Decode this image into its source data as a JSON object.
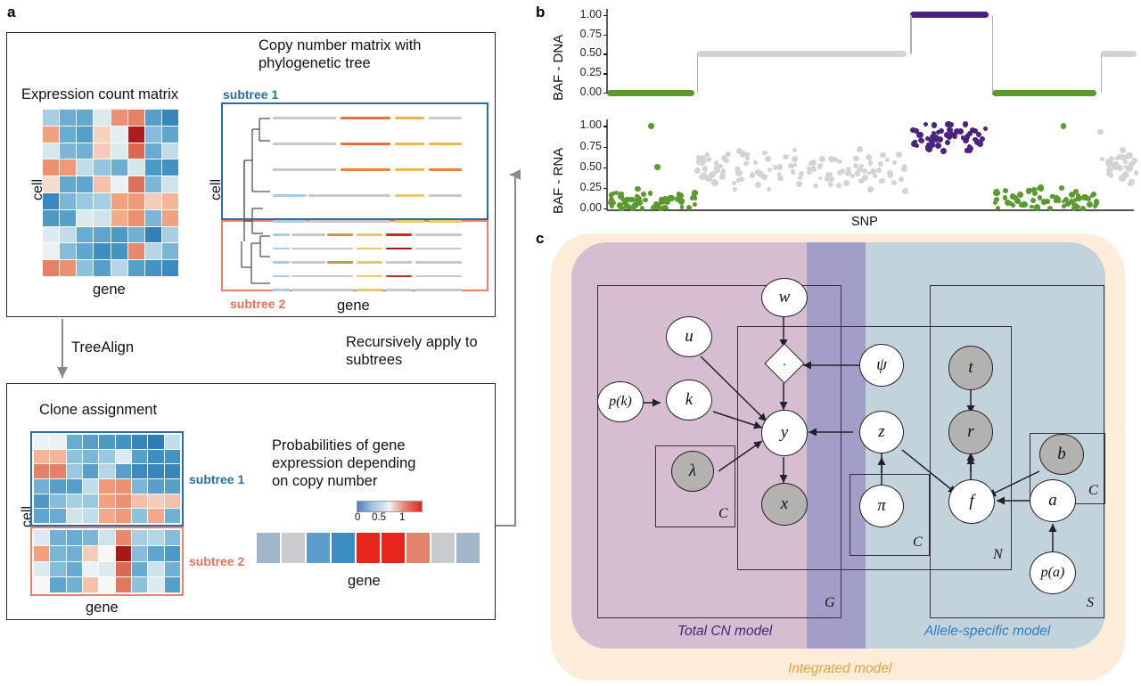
{
  "panels": {
    "a": {
      "letter": "a"
    },
    "b": {
      "letter": "b"
    },
    "c": {
      "letter": "c"
    }
  },
  "panel_a": {
    "top_box": {
      "expression_title": "Expression count matrix",
      "cn_title_line1": "Copy number matrix with",
      "cn_title_line2": "phylogenetic tree",
      "subtree1": "subtree 1",
      "subtree2": "subtree 2",
      "axis_cell_left": "cell",
      "axis_gene_left": "gene",
      "axis_cell_right": "cell",
      "axis_gene_right": "gene"
    },
    "arrow_labels": {
      "treealign": "TreeAlign",
      "recursive_line1": "Recursively apply to",
      "recursive_line2": "subtrees"
    },
    "bottom_box": {
      "clone_title": "Clone assignment",
      "subtree1": "subtree 1",
      "subtree2": "subtree 2",
      "axis_cell": "cell",
      "axis_gene": "gene",
      "prob_line1": "Probabilities of gene",
      "prob_line2": "expression depending",
      "prob_line3": "on copy number",
      "colorbar_ticks": [
        "0",
        "0.5",
        "1"
      ],
      "prob_axis_gene": "gene"
    }
  },
  "chart_data": [
    {
      "type": "line",
      "title": "BAF - DNA",
      "ylabel": "BAF - DNA",
      "xlabel": "",
      "ylim": [
        0,
        1.08
      ],
      "yticks": [
        "0.00",
        "0.25",
        "0.50",
        "0.75",
        "1.00"
      ],
      "ytickvals": [
        0,
        0.25,
        0.5,
        0.75,
        1.0
      ],
      "grid": false,
      "segments": [
        {
          "x0": 0.0,
          "x1": 0.165,
          "y": 0.0,
          "color": "#5b9a2e",
          "name": "loh-left"
        },
        {
          "x0": 0.17,
          "x1": 0.565,
          "y": 0.5,
          "color": "#d3d3d3",
          "name": "balanced-1"
        },
        {
          "x0": 0.573,
          "x1": 0.72,
          "y": 1.0,
          "color": "#4a2380",
          "name": "gain"
        },
        {
          "x0": 0.727,
          "x1": 0.925,
          "y": 0.0,
          "color": "#5b9a2e",
          "name": "loh-right"
        },
        {
          "x0": 0.932,
          "x1": 1.0,
          "y": 0.5,
          "color": "#d3d3d3",
          "name": "balanced-2"
        }
      ]
    },
    {
      "type": "scatter",
      "title": "BAF - RNA",
      "ylabel": "BAF - RNA",
      "xlabel": "SNP",
      "ylim": [
        0,
        1.08
      ],
      "yticks": [
        "0.00",
        "0.25",
        "0.50",
        "0.75",
        "1.00"
      ],
      "ytickvals": [
        0,
        0.25,
        0.5,
        0.75,
        1.0
      ],
      "grid": false,
      "groups": [
        {
          "name": "loh-green-left",
          "color": "#5b9a2e",
          "x_range": [
            0.0,
            0.168
          ],
          "y_center": 0.1,
          "y_spread": 0.14,
          "n": 62
        },
        {
          "name": "balanced-grey-1",
          "color": "#d3d3d3",
          "x_range": [
            0.17,
            0.565
          ],
          "y_center": 0.47,
          "y_spread": 0.17,
          "n": 120
        },
        {
          "name": "gain-purple",
          "color": "#4a2380",
          "x_range": [
            0.575,
            0.718
          ],
          "y_center": 0.86,
          "y_spread": 0.15,
          "n": 60
        },
        {
          "name": "loh-green-right",
          "color": "#5b9a2e",
          "x_range": [
            0.728,
            0.925
          ],
          "y_center": 0.12,
          "y_spread": 0.15,
          "n": 66
        },
        {
          "name": "balanced-grey-2",
          "color": "#d3d3d3",
          "x_range": [
            0.93,
            1.0
          ],
          "y_center": 0.52,
          "y_spread": 0.14,
          "n": 34
        }
      ]
    }
  ],
  "panel_b": {
    "xaxis_label": "SNP",
    "yaxis_dna": "BAF - DNA",
    "yaxis_rna": "BAF - RNA"
  },
  "panel_c": {
    "nodes": [
      {
        "id": "w",
        "label": "w",
        "shaded": false
      },
      {
        "id": "u",
        "label": "u",
        "shaded": false
      },
      {
        "id": "pk",
        "label": "p(k)",
        "shaded": false
      },
      {
        "id": "k",
        "label": "k",
        "shaded": false
      },
      {
        "id": "lam",
        "label": "λ",
        "shaded": true
      },
      {
        "id": "y",
        "label": "y",
        "shaded": false
      },
      {
        "id": "x",
        "label": "x",
        "shaded": true
      },
      {
        "id": "psi",
        "label": "ψ",
        "shaded": false
      },
      {
        "id": "z",
        "label": "z",
        "shaded": false
      },
      {
        "id": "pi",
        "label": "π",
        "shaded": false
      },
      {
        "id": "t",
        "label": "t",
        "shaded": true
      },
      {
        "id": "r",
        "label": "r",
        "shaded": true
      },
      {
        "id": "b",
        "label": "b",
        "shaded": true
      },
      {
        "id": "f",
        "label": "f",
        "shaded": false
      },
      {
        "id": "a",
        "label": "a",
        "shaded": false
      },
      {
        "id": "pa",
        "label": "p(a)",
        "shaded": false
      }
    ],
    "operator_node": {
      "symbol": "·",
      "name": "product-operator"
    },
    "plate_labels": {
      "lambda_plate": "C",
      "g_plate": "G",
      "pi_plate": "C",
      "n_plate": "N",
      "b_plate": "C",
      "s_plate": "S"
    },
    "region_labels": {
      "total_cn": "Total CN model",
      "allele_specific": "Allele-specific model",
      "integrated": "Integrated model"
    },
    "colors": {
      "total_cn_fill": "#d6bdd0",
      "allele_fill": "#bcd0dc",
      "integrated_fill": "#fdecd8",
      "total_cn_text": "#4a2380",
      "allele_text": "#2b7fc4",
      "integrated_text": "#e8a33d",
      "shaded_node": "#b5b1ae"
    }
  },
  "heatmaps": {
    "expression_count": {
      "rows": 10,
      "cols": 8,
      "values": [
        [
          0.38,
          0.27,
          0.25,
          0.46,
          0.7,
          0.74,
          0.22,
          0.12
        ],
        [
          0.66,
          0.26,
          0.22,
          0.57,
          0.47,
          0.97,
          0.32,
          0.24
        ],
        [
          0.45,
          0.3,
          0.28,
          0.58,
          0.46,
          0.8,
          0.26,
          0.42
        ],
        [
          0.7,
          0.68,
          0.42,
          0.35,
          0.27,
          0.45,
          0.2,
          0.17
        ],
        [
          0.55,
          0.25,
          0.24,
          0.6,
          0.48,
          0.78,
          0.3,
          0.44
        ],
        [
          0.13,
          0.3,
          0.36,
          0.38,
          0.66,
          0.68,
          0.58,
          0.62
        ],
        [
          0.2,
          0.22,
          0.46,
          0.44,
          0.64,
          0.7,
          0.3,
          0.66
        ],
        [
          0.46,
          0.42,
          0.26,
          0.24,
          0.2,
          0.28,
          0.1,
          0.38
        ],
        [
          0.48,
          0.32,
          0.24,
          0.16,
          0.18,
          0.72,
          0.4,
          0.3
        ],
        [
          0.74,
          0.7,
          0.34,
          0.22,
          0.4,
          0.22,
          0.18,
          0.14
        ]
      ]
    },
    "clone_assignment_sub1": {
      "rows": 6,
      "cols": 9,
      "values": [
        [
          0.48,
          0.48,
          0.26,
          0.22,
          0.2,
          0.18,
          0.12,
          0.08,
          0.42
        ],
        [
          0.62,
          0.62,
          0.34,
          0.3,
          0.36,
          0.46,
          0.22,
          0.16,
          0.18
        ],
        [
          0.74,
          0.74,
          0.36,
          0.22,
          0.4,
          0.22,
          0.14,
          0.12,
          0.12
        ],
        [
          0.28,
          0.22,
          0.22,
          0.42,
          0.68,
          0.7,
          0.3,
          0.22,
          0.22
        ],
        [
          0.2,
          0.32,
          0.38,
          0.36,
          0.66,
          0.7,
          0.6,
          0.58,
          0.6
        ],
        [
          0.24,
          0.26,
          0.44,
          0.42,
          0.64,
          0.68,
          0.34,
          0.64,
          0.28
        ]
      ]
    },
    "clone_assignment_sub2": {
      "rows": 4,
      "cols": 9,
      "values": [
        [
          0.46,
          0.28,
          0.26,
          0.3,
          0.44,
          0.72,
          0.38,
          0.4,
          0.32
        ],
        [
          0.66,
          0.3,
          0.28,
          0.58,
          0.5,
          0.98,
          0.32,
          0.24,
          0.2
        ],
        [
          0.46,
          0.32,
          0.26,
          0.48,
          0.46,
          0.8,
          0.26,
          0.44,
          0.28
        ],
        [
          0.5,
          0.24,
          0.28,
          0.6,
          0.5,
          0.76,
          0.34,
          0.46,
          0.22
        ]
      ]
    },
    "gene_prob_strip": {
      "values": [
        0.35,
        0.42,
        0.22,
        0.16,
        1.0,
        1.0,
        0.78,
        0.46,
        0.35
      ]
    }
  },
  "cn_matrix": {
    "subtree1_rows": [
      [
        {
          "x": 0,
          "w": 0.3,
          "c": "#c8c8c8"
        },
        {
          "x": 0.32,
          "w": 0.24,
          "c": "#e8703a"
        },
        {
          "x": 0.58,
          "w": 0.14,
          "c": "#e8b84b"
        },
        {
          "x": 0.74,
          "w": 0.16,
          "c": "#c8c8c8"
        }
      ],
      [
        {
          "x": 0,
          "w": 0.3,
          "c": "#c8c8c8"
        },
        {
          "x": 0.32,
          "w": 0.24,
          "c": "#e8703a"
        },
        {
          "x": 0.58,
          "w": 0.14,
          "c": "#e8b84b"
        },
        {
          "x": 0.74,
          "w": 0.16,
          "c": "#e8b84b"
        }
      ],
      [
        {
          "x": 0,
          "w": 0.3,
          "c": "#c8c8c8"
        },
        {
          "x": 0.32,
          "w": 0.24,
          "c": "#e8833f"
        },
        {
          "x": 0.58,
          "w": 0.14,
          "c": "#e8b84b"
        },
        {
          "x": 0.74,
          "w": 0.16,
          "c": "#e8833f"
        }
      ],
      [
        {
          "x": 0,
          "w": 0.16,
          "c": "#a8cde4"
        },
        {
          "x": 0.17,
          "w": 0.39,
          "c": "#c8c8c8"
        },
        {
          "x": 0.58,
          "w": 0.14,
          "c": "#e8c86b"
        },
        {
          "x": 0.74,
          "w": 0.16,
          "c": "#c8c8c8"
        }
      ],
      [
        {
          "x": 0,
          "w": 0.16,
          "c": "#a8cde4"
        },
        {
          "x": 0.17,
          "w": 0.39,
          "c": "#c8c8c8"
        },
        {
          "x": 0.58,
          "w": 0.14,
          "c": "#e8c86b"
        },
        {
          "x": 0.74,
          "w": 0.16,
          "c": "#e8c86b"
        }
      ]
    ],
    "subtree2_rows": [
      [
        {
          "x": 0,
          "w": 0.08,
          "c": "#a8cde4"
        },
        {
          "x": 0.09,
          "w": 0.16,
          "c": "#c8c8c8"
        },
        {
          "x": 0.26,
          "w": 0.12,
          "c": "#c89a4b"
        },
        {
          "x": 0.4,
          "w": 0.12,
          "c": "#e8c86b"
        },
        {
          "x": 0.54,
          "w": 0.12,
          "c": "#c42d1f"
        },
        {
          "x": 0.68,
          "w": 0.22,
          "c": "#c8c8c8"
        }
      ],
      [
        {
          "x": 0,
          "w": 0.08,
          "c": "#a8cde4"
        },
        {
          "x": 0.09,
          "w": 0.29,
          "c": "#c8c8c8"
        },
        {
          "x": 0.4,
          "w": 0.12,
          "c": "#e8c86b"
        },
        {
          "x": 0.54,
          "w": 0.12,
          "c": "#a01a12"
        },
        {
          "x": 0.68,
          "w": 0.22,
          "c": "#c8c8c8"
        }
      ],
      [
        {
          "x": 0,
          "w": 0.08,
          "c": "#a8cde4"
        },
        {
          "x": 0.09,
          "w": 0.16,
          "c": "#c8c8c8"
        },
        {
          "x": 0.26,
          "w": 0.12,
          "c": "#c89a4b"
        },
        {
          "x": 0.4,
          "w": 0.12,
          "c": "#e8c86b"
        },
        {
          "x": 0.54,
          "w": 0.12,
          "c": "#c8c8c8"
        },
        {
          "x": 0.68,
          "w": 0.22,
          "c": "#c8c8c8"
        }
      ],
      [
        {
          "x": 0,
          "w": 0.08,
          "c": "#a8cde4"
        },
        {
          "x": 0.09,
          "w": 0.29,
          "c": "#c8c8c8"
        },
        {
          "x": 0.4,
          "w": 0.12,
          "c": "#e8c86b"
        },
        {
          "x": 0.54,
          "w": 0.12,
          "c": "#c42d1f"
        },
        {
          "x": 0.68,
          "w": 0.22,
          "c": "#c8c8c8"
        }
      ],
      [
        {
          "x": 0,
          "w": 0.08,
          "c": "#a8cde4"
        },
        {
          "x": 0.09,
          "w": 0.29,
          "c": "#c8c8c8"
        },
        {
          "x": 0.4,
          "w": 0.12,
          "c": "#e8c86b"
        },
        {
          "x": 0.54,
          "w": 0.12,
          "c": "#c8c8c8"
        },
        {
          "x": 0.68,
          "w": 0.22,
          "c": "#c8c8c8"
        }
      ]
    ]
  }
}
